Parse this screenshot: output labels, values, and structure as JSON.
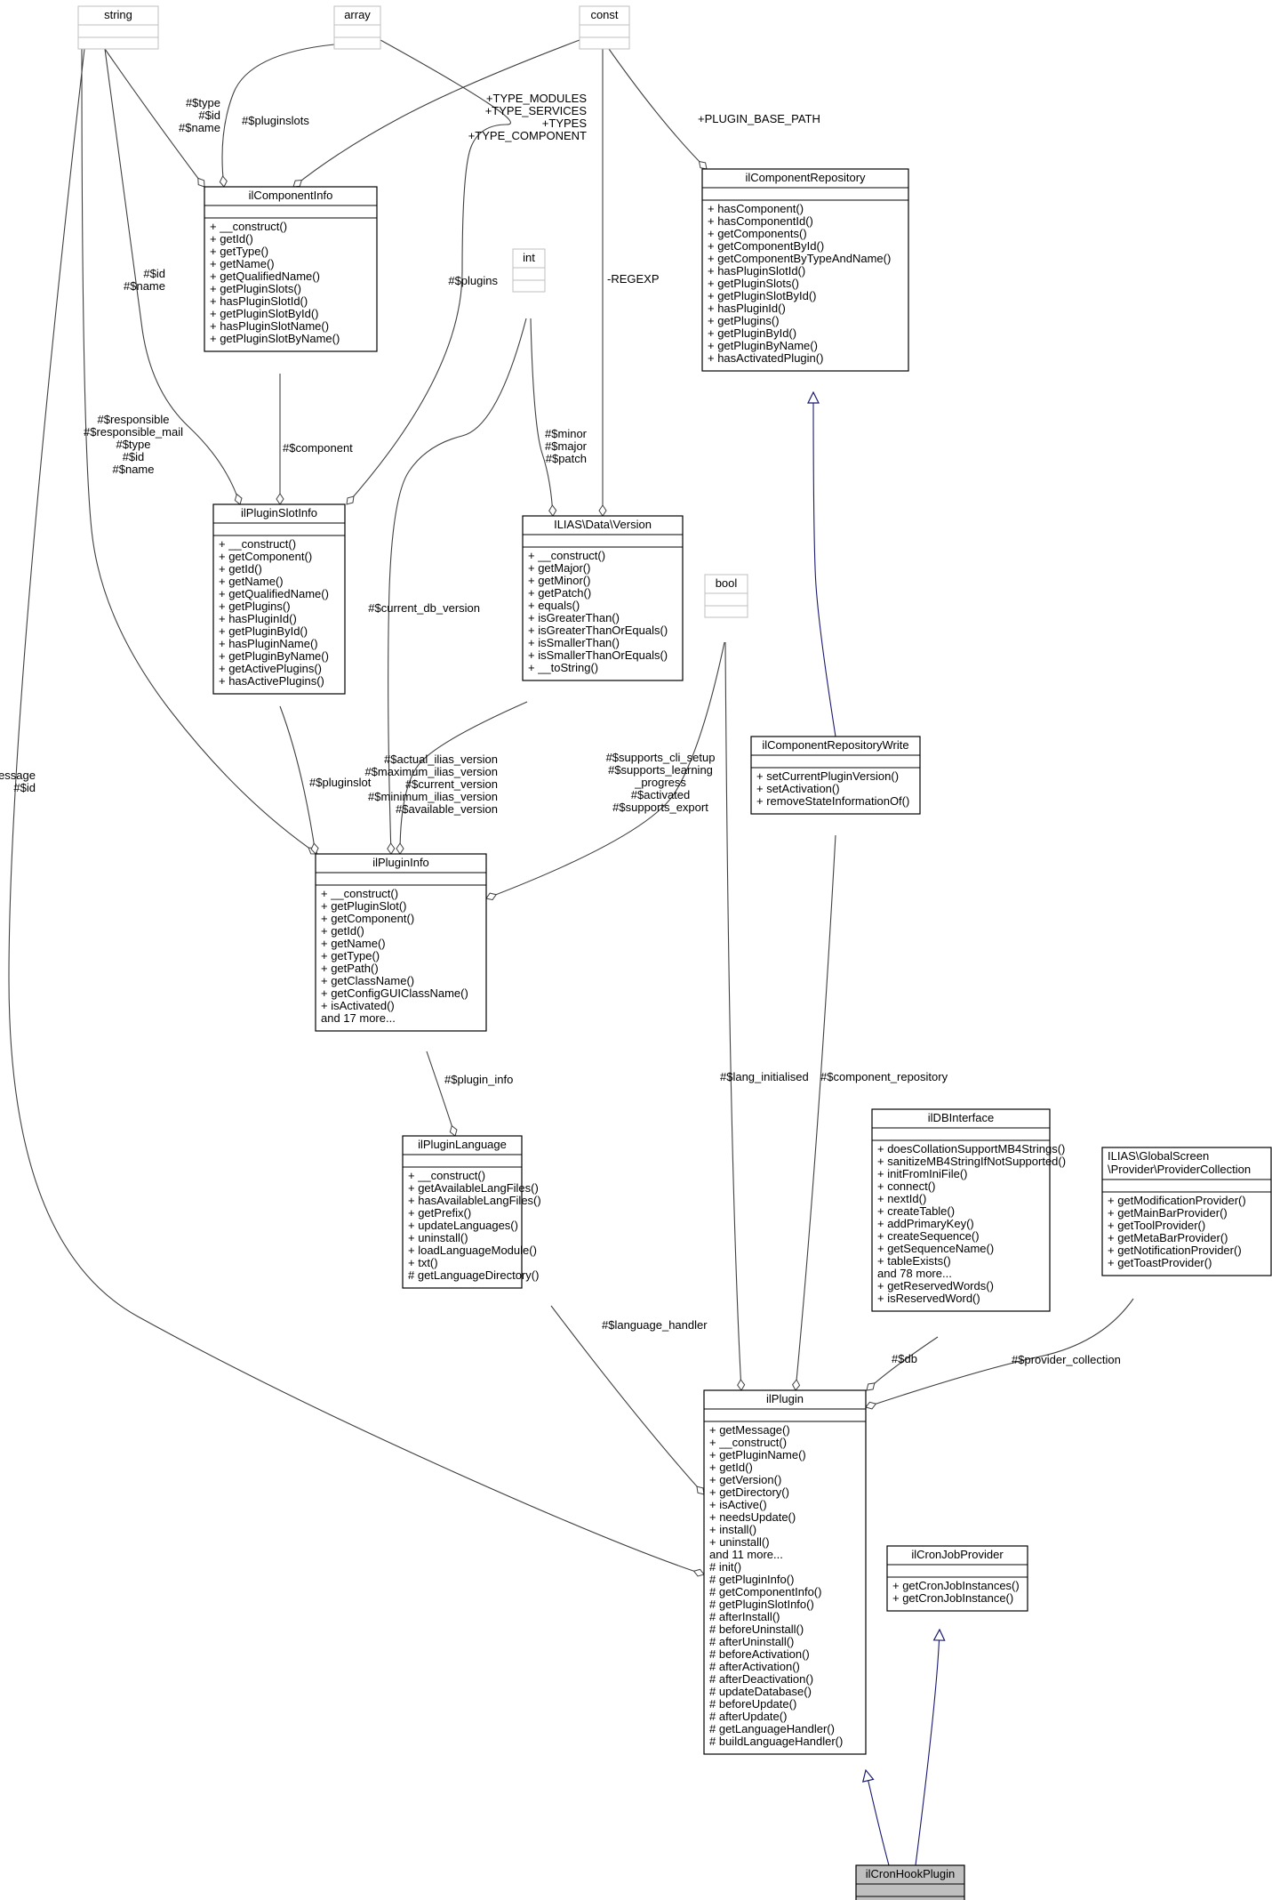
{
  "diagram": {
    "colors": {
      "class_border": "#000000",
      "primitive_border": "#bfbfbf",
      "edge": "#404040",
      "inheritance_edge": "#191970",
      "highlight_fill": "#bfbfbf"
    },
    "classes": [
      {
        "id": "string",
        "name": "string",
        "kind": "primitive",
        "members": []
      },
      {
        "id": "array",
        "name": "array",
        "kind": "primitive",
        "members": []
      },
      {
        "id": "const",
        "name": "const",
        "kind": "primitive",
        "members": []
      },
      {
        "id": "int",
        "name": "int",
        "kind": "primitive",
        "members": []
      },
      {
        "id": "bool",
        "name": "bool",
        "kind": "primitive",
        "members": []
      },
      {
        "id": "ilComponentInfo",
        "name": "ilComponentInfo",
        "kind": "class",
        "members": [
          "+ __construct()",
          "+ getId()",
          "+ getType()",
          "+ getName()",
          "+ getQualifiedName()",
          "+ getPluginSlots()",
          "+ hasPluginSlotId()",
          "+ getPluginSlotById()",
          "+ hasPluginSlotName()",
          "+ getPluginSlotByName()"
        ]
      },
      {
        "id": "ilComponentRepository",
        "name": "ilComponentRepository",
        "kind": "class",
        "members": [
          "+ hasComponent()",
          "+ hasComponentId()",
          "+ getComponents()",
          "+ getComponentById()",
          "+ getComponentByTypeAndName()",
          "+ hasPluginSlotId()",
          "+ getPluginSlots()",
          "+ getPluginSlotById()",
          "+ hasPluginId()",
          "+ getPlugins()",
          "+ getPluginById()",
          "+ getPluginByName()",
          "+ hasActivatedPlugin()"
        ]
      },
      {
        "id": "ilPluginSlotInfo",
        "name": "ilPluginSlotInfo",
        "kind": "class",
        "members": [
          "+ __construct()",
          "+ getComponent()",
          "+ getId()",
          "+ getName()",
          "+ getQualifiedName()",
          "+ getPlugins()",
          "+ hasPluginId()",
          "+ getPluginById()",
          "+ hasPluginName()",
          "+ getPluginByName()",
          "+ getActivePlugins()",
          "+ hasActivePlugins()"
        ]
      },
      {
        "id": "Version",
        "name": "ILIAS\\Data\\Version",
        "kind": "class",
        "members": [
          "+ __construct()",
          "+ getMajor()",
          "+ getMinor()",
          "+ getPatch()",
          "+ equals()",
          "+ isGreaterThan()",
          "+ isGreaterThanOrEquals()",
          "+ isSmallerThan()",
          "+ isSmallerThanOrEquals()",
          "+ __toString()"
        ]
      },
      {
        "id": "ilComponentRepositoryWrite",
        "name": "ilComponentRepositoryWrite",
        "kind": "class",
        "members": [
          "+ setCurrentPluginVersion()",
          "+ setActivation()",
          "+ removeStateInformationOf()"
        ]
      },
      {
        "id": "ilPluginInfo",
        "name": "ilPluginInfo",
        "kind": "class",
        "members": [
          "+ __construct()",
          "+ getPluginSlot()",
          "+ getComponent()",
          "+ getId()",
          "+ getName()",
          "+ getType()",
          "+ getPath()",
          "+ getClassName()",
          "+ getConfigGUIClassName()",
          "+ isActivated()",
          "and 17 more..."
        ]
      },
      {
        "id": "ilPluginLanguage",
        "name": "ilPluginLanguage",
        "kind": "class",
        "members": [
          "+ __construct()",
          "+ getAvailableLangFiles()",
          "+ hasAvailableLangFiles()",
          "+ getPrefix()",
          "+ updateLanguages()",
          "+ uninstall()",
          "+ loadLanguageModule()",
          "+ txt()",
          "# getLanguageDirectory()"
        ]
      },
      {
        "id": "ilDBInterface",
        "name": "ilDBInterface",
        "kind": "class",
        "members": [
          "+ doesCollationSupportMB4Strings()",
          "+ sanitizeMB4StringIfNotSupported()",
          "+ initFromIniFile()",
          "+ connect()",
          "+ nextId()",
          "+ createTable()",
          "+ addPrimaryKey()",
          "+ createSequence()",
          "+ getSequenceName()",
          "+ tableExists()",
          "and 78 more...",
          "+ getReservedWords()",
          "+ isReservedWord()"
        ]
      },
      {
        "id": "ProviderCollection",
        "name": "ILIAS\\GlobalScreen\n\\Provider\\ProviderCollection",
        "kind": "class",
        "members": [
          "+ getModificationProvider()",
          "+ getMainBarProvider()",
          "+ getToolProvider()",
          "+ getMetaBarProvider()",
          "+ getNotificationProvider()",
          "+ getToastProvider()"
        ]
      },
      {
        "id": "ilPlugin",
        "name": "ilPlugin",
        "kind": "class",
        "members": [
          "+ getMessage()",
          "+ __construct()",
          "+ getPluginName()",
          "+ getId()",
          "+ getVersion()",
          "+ getDirectory()",
          "+ isActive()",
          "+ needsUpdate()",
          "+ install()",
          "+ uninstall()",
          "and 11 more...",
          "# init()",
          "# getPluginInfo()",
          "# getComponentInfo()",
          "# getPluginSlotInfo()",
          "# afterInstall()",
          "# beforeUninstall()",
          "# afterUninstall()",
          "# beforeActivation()",
          "# afterActivation()",
          "# afterDeactivation()",
          "# updateDatabase()",
          "# beforeUpdate()",
          "# afterUpdate()",
          "# getLanguageHandler()",
          "# buildLanguageHandler()"
        ]
      },
      {
        "id": "ilCronJobProvider",
        "name": "ilCronJobProvider",
        "kind": "class",
        "members": [
          "+ getCronJobInstances()",
          "+ getCronJobInstance()"
        ]
      },
      {
        "id": "ilCronHookPlugin",
        "name": "ilCronHookPlugin",
        "kind": "class",
        "highlight": true,
        "members": []
      }
    ],
    "edges": [
      {
        "id": "e-string-compinfo",
        "from": "string",
        "to": "ilComponentInfo",
        "kind": "association",
        "labels": [
          "#$type",
          "#$id",
          "#$name"
        ]
      },
      {
        "id": "e-array-compinfo",
        "from": "array",
        "to": "ilComponentInfo",
        "kind": "association",
        "labels": [
          "#$pluginslots"
        ]
      },
      {
        "id": "e-const-compinfo",
        "from": "const",
        "to": "ilComponentInfo",
        "kind": "association",
        "labels": [
          "+TYPE_MODULES",
          "+TYPE_SERVICES",
          "+TYPES",
          "+TYPE_COMPONENT"
        ]
      },
      {
        "id": "e-const-repo",
        "from": "const",
        "to": "ilComponentRepository",
        "kind": "association",
        "labels": [
          "+PLUGIN_BASE_PATH"
        ]
      },
      {
        "id": "e-const-version",
        "from": "const",
        "to": "Version",
        "kind": "association",
        "labels": [
          "-REGEXP"
        ]
      },
      {
        "id": "e-array-slot",
        "from": "array",
        "to": "ilPluginSlotInfo",
        "kind": "association",
        "labels": [
          "#$plugins"
        ]
      },
      {
        "id": "e-string-slot",
        "from": "string",
        "to": "ilPluginSlotInfo",
        "kind": "association",
        "labels": [
          "#$id",
          "#$name"
        ]
      },
      {
        "id": "e-compinfo-slot",
        "from": "ilComponentInfo",
        "to": "ilPluginSlotInfo",
        "kind": "association",
        "labels": [
          "#$component"
        ]
      },
      {
        "id": "e-int-version",
        "from": "int",
        "to": "Version",
        "kind": "association",
        "labels": [
          "#$minor",
          "#$major",
          "#$patch"
        ]
      },
      {
        "id": "e-repo-write",
        "from": "ilComponentRepository",
        "to": "ilComponentRepositoryWrite",
        "kind": "inheritance",
        "labels": []
      },
      {
        "id": "e-string-plugininfo",
        "from": "string",
        "to": "ilPluginInfo",
        "kind": "association",
        "labels": [
          "#$responsible",
          "#$responsible_mail",
          "#$type",
          "#$id",
          "#$name"
        ]
      },
      {
        "id": "e-int-plugininfo",
        "from": "int",
        "to": "ilPluginInfo",
        "kind": "association",
        "labels": [
          "#$current_db_version"
        ]
      },
      {
        "id": "e-slot-plugininfo",
        "from": "ilPluginSlotInfo",
        "to": "ilPluginInfo",
        "kind": "association",
        "labels": [
          "#$pluginslot"
        ]
      },
      {
        "id": "e-version-plugininfo",
        "from": "Version",
        "to": "ilPluginInfo",
        "kind": "association",
        "labels": [
          "#$actual_ilias_version",
          "#$maximum_ilias_version",
          "#$current_version",
          "#$minimum_ilias_version",
          "#$available_version"
        ]
      },
      {
        "id": "e-bool-plugininfo",
        "from": "bool",
        "to": "ilPluginInfo",
        "kind": "association",
        "labels": [
          "#$supports_cli_setup",
          "#$supports_learning",
          "_progress",
          "#$activated",
          "#$supports_export"
        ]
      },
      {
        "id": "e-plugininfo-lang",
        "from": "ilPluginInfo",
        "to": "ilPluginLanguage",
        "kind": "association",
        "labels": [
          "#$plugin_info"
        ]
      },
      {
        "id": "e-string-plugin",
        "from": "string",
        "to": "ilPlugin",
        "kind": "association",
        "labels": [
          "#$message",
          "#$id"
        ]
      },
      {
        "id": "e-bool-plugin",
        "from": "bool",
        "to": "ilPlugin",
        "kind": "association",
        "labels": [
          "#$lang_initialised"
        ]
      },
      {
        "id": "e-write-plugin",
        "from": "ilComponentRepositoryWrite",
        "to": "ilPlugin",
        "kind": "association",
        "labels": [
          "#$component_repository"
        ]
      },
      {
        "id": "e-lang-plugin",
        "from": "ilPluginLanguage",
        "to": "ilPlugin",
        "kind": "association",
        "labels": [
          "#$language_handler"
        ]
      },
      {
        "id": "e-db-plugin",
        "from": "ilDBInterface",
        "to": "ilPlugin",
        "kind": "association",
        "labels": [
          "#$db"
        ]
      },
      {
        "id": "e-prov-plugin",
        "from": "ProviderCollection",
        "to": "ilPlugin",
        "kind": "association",
        "labels": [
          "#$provider_collection"
        ]
      },
      {
        "id": "e-plugin-cron",
        "from": "ilPlugin",
        "to": "ilCronHookPlugin",
        "kind": "inheritance",
        "labels": []
      },
      {
        "id": "e-cronprov-cron",
        "from": "ilCronJobProvider",
        "to": "ilCronHookPlugin",
        "kind": "inheritance",
        "labels": []
      }
    ]
  }
}
